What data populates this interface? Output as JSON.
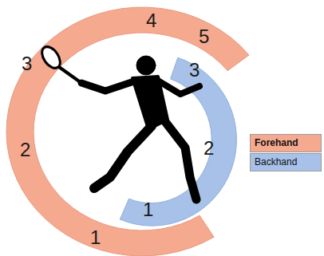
{
  "diagram": {
    "labels": [
      "1",
      "2",
      "3",
      "4",
      "5",
      "1",
      "2",
      "3"
    ],
    "legend": [
      {
        "text": "Forehand",
        "color": "#f5a98f"
      },
      {
        "text": "Backhand",
        "color": "#a7c1e8"
      }
    ]
  }
}
